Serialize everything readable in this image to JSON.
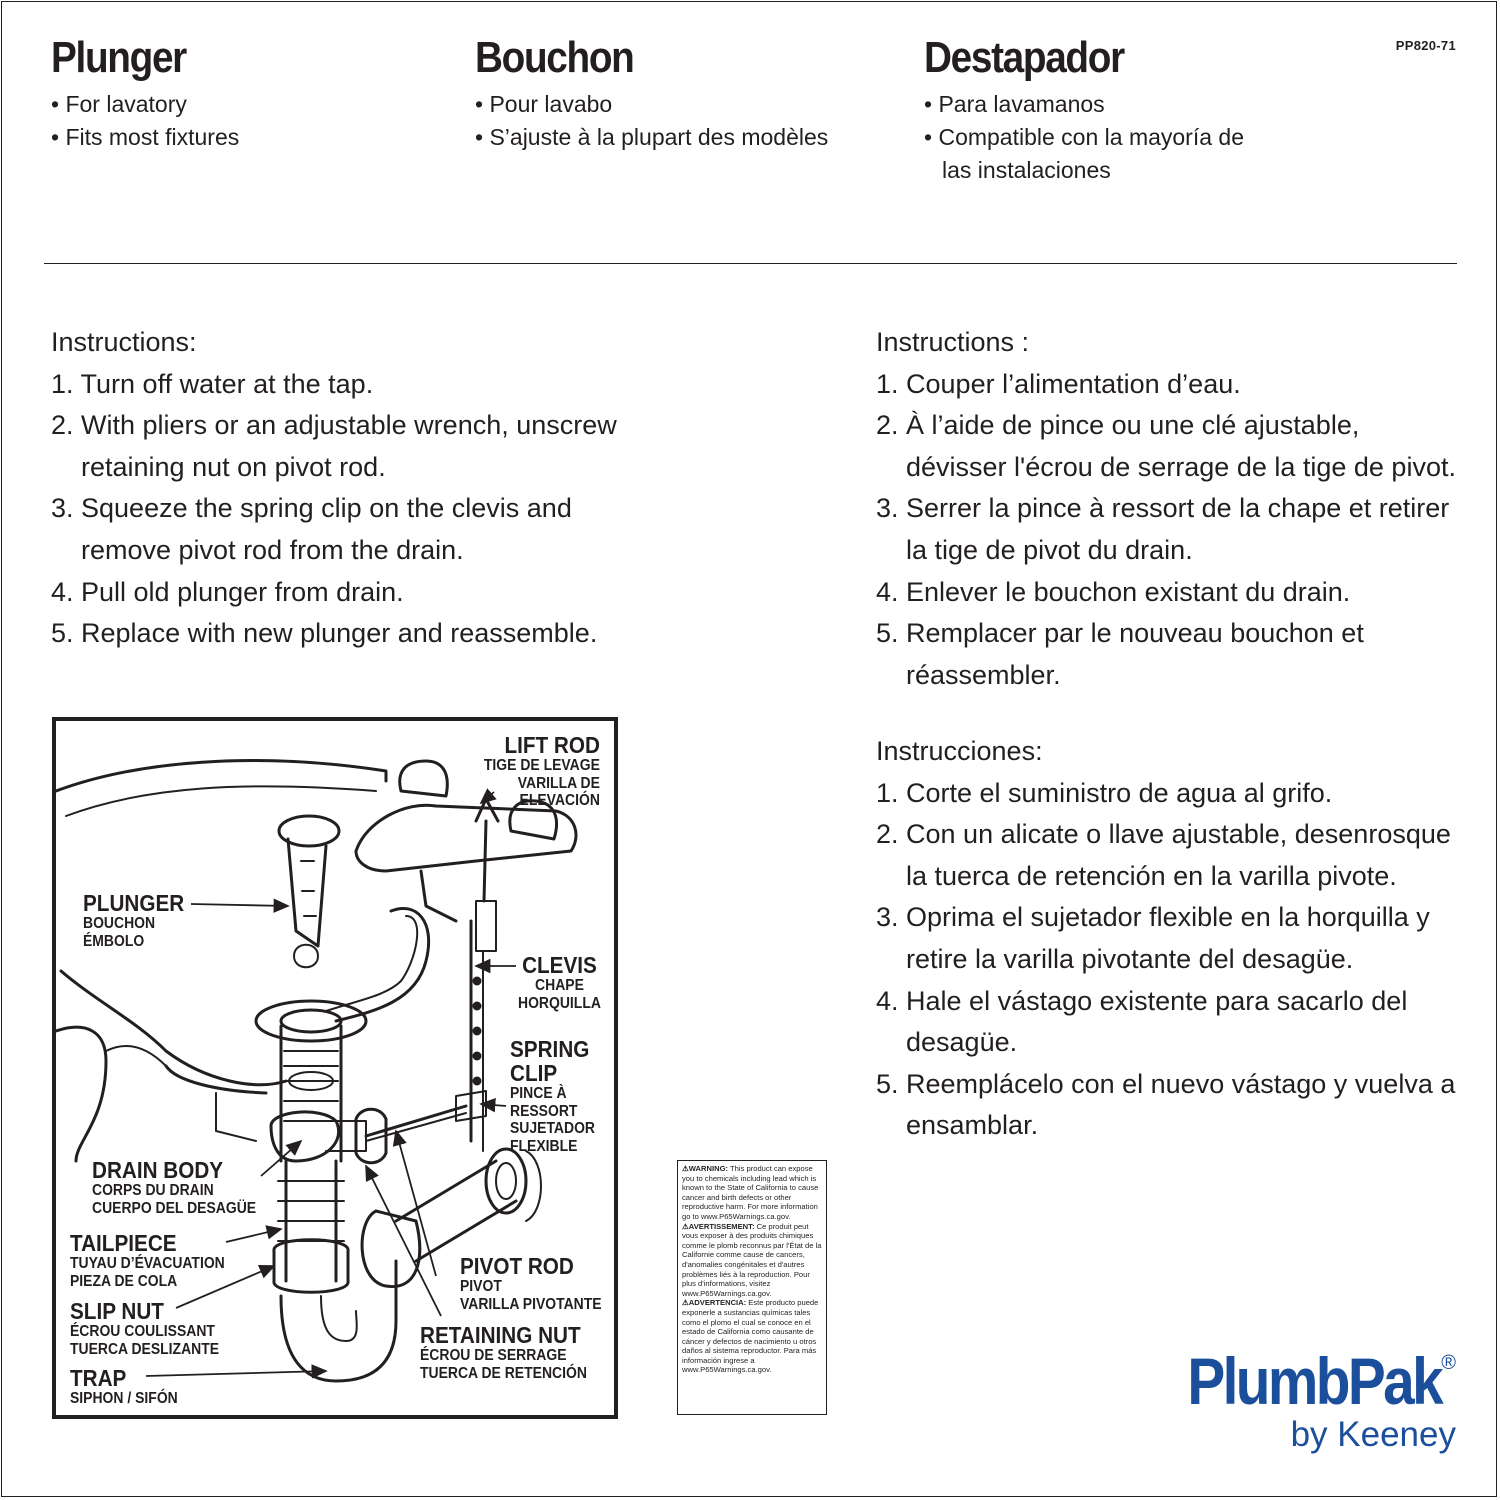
{
  "header": {
    "code": "PP820-71",
    "columns": [
      {
        "title": "Plunger",
        "bullets": [
          "For lavatory",
          "Fits most fixtures"
        ]
      },
      {
        "title": "Bouchon",
        "bullets": [
          "Pour lavabo",
          "S’ajuste à la plupart des modèles"
        ]
      },
      {
        "title": "Destapador",
        "bullets": [
          "Para lavamanos",
          "Compatible con la mayoría de las instalaciones"
        ]
      }
    ]
  },
  "instructions_en": {
    "heading": "Instructions:",
    "steps": [
      "1. Turn off water at the tap.",
      "2. With pliers or an adjustable wrench, unscrew retaining nut on pivot rod.",
      "3. Squeeze the spring clip on the clevis and remove pivot rod from the drain.",
      "4. Pull old plunger from drain.",
      "5. Replace with new plunger and reassemble."
    ]
  },
  "instructions_fr": {
    "heading": "Instructions :",
    "steps": [
      "1. Couper l’alimentation d’eau.",
      "2. À l’aide de pince ou une clé ajustable, dévisser l'écrou de serrage de la tige de pivot.",
      "3. Serrer la pince à ressort de la chape et retirer la tige de pivot du drain.",
      "4. Enlever le bouchon existant du drain.",
      "5. Remplacer par le nouveau bouchon et réassembler."
    ]
  },
  "instructions_es": {
    "heading": "Instrucciones:",
    "steps": [
      "1. Corte el suministro de agua al grifo.",
      "2. Con un alicate o llave ajustable, desenrosque la tuerca de retención en la varilla pivote.",
      "3. Oprima el sujetador flexible en la horquilla y retire la varilla pivotante del desagüe.",
      "4. Hale el vástago existente para sacarlo del desagüe.",
      "5. Reemplácelo con el nuevo vástago y vuelva a ensamblar."
    ]
  },
  "diagram": {
    "lift_rod": [
      "LIFT ROD",
      "TIGE DE LEVAGE",
      "VARILLA DE",
      "ELEVACIÓN"
    ],
    "plunger": [
      "PLUNGER",
      "BOUCHON",
      "ÉMBOLO"
    ],
    "clevis": [
      "CLEVIS",
      "CHAPE",
      "HORQUILLA"
    ],
    "spring_clip": [
      "SPRING",
      "CLIP",
      "PINCE À",
      "RESSORT",
      "SUJETADOR",
      "FLEXIBLE"
    ],
    "drain_body": [
      "DRAIN BODY",
      "CORPS DU DRAIN",
      "CUERPO DEL DESAGÜE"
    ],
    "tailpiece": [
      "TAILPIECE",
      "TUYAU D’ÉVACUATION",
      "PIEZA DE COLA"
    ],
    "slip_nut": [
      "SLIP NUT",
      "ÉCROU COULISSANT",
      "TUERCA DESLIZANTE"
    ],
    "trap": [
      "TRAP",
      "SIPHON / SIFÓN"
    ],
    "pivot_rod": [
      "PIVOT ROD",
      "PIVOT",
      "VARILLA PIVOTANTE"
    ],
    "retaining_nut": [
      "RETAINING NUT",
      "ÉCROU DE SERRAGE",
      "TUERCA DE RETENCIÓN"
    ]
  },
  "warning": {
    "en_label": "⚠WARNING:",
    "en_text": " This product can expose you to chemicals including lead which is known to the State of California to cause cancer and birth defects or other reproductive harm. For more information go to www.P65Warnings.ca.gov.",
    "fr_label": "⚠AVERTISSEMENT:",
    "fr_text": " Ce produit peut vous exposer à des produits chimiques comme le plomb reconnus par l'État de la Californie comme cause de cancers, d'anomalies congénitales et d'autres problèmes liés à la reproduction. Pour plus d'informations, visitez www.P65Warnings.ca.gov.",
    "es_label": "⚠ADVERTENCIA:",
    "es_text": " Este producto puede exponerle a sustancias químicas tales como el plomo el cual se conoce en el estado de California como causante de cáncer y defectos de nacimiento u otros daños al sistema reproductor. Para más información ingrese a www.P65Warnings.ca.gov."
  },
  "logo": {
    "brand": "PlumbPak",
    "reg": "®",
    "by": "by Keeney",
    "color": "#1b4f9c"
  }
}
